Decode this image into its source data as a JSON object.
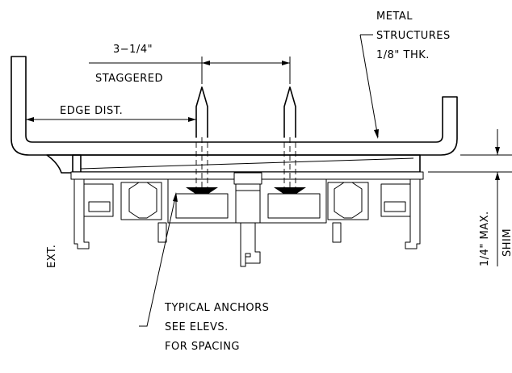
{
  "labels": {
    "metal_line1": "METAL",
    "metal_line2": "STRUCTURES",
    "metal_line3": "1/8\" THK.",
    "dim_stagger": "3−1/4\"",
    "staggered": "STAGGERED",
    "edge_dist": "EDGE DIST.",
    "ext": "EXT.",
    "max_gap": "1/4\" MAX.",
    "shim": "SHIM",
    "anchors_line1": "TYPICAL ANCHORS",
    "anchors_line2": "SEE ELEVS.",
    "anchors_line3": "FOR SPACING"
  }
}
